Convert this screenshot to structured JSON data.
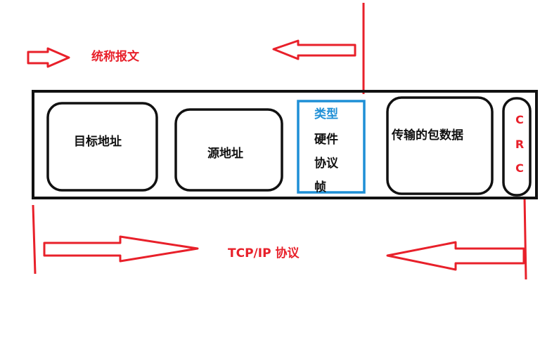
{
  "colors": {
    "red": "#e8202a",
    "black": "#111111",
    "blue": "#1e8fd6"
  },
  "labels": {
    "frame_label": "统称报文",
    "protocol_label": "TCP/IP 协议"
  },
  "fields": {
    "dest": "目标地址",
    "src": "源地址",
    "type_title": "类型",
    "type_line2": "硬件",
    "type_line3": "协议",
    "type_line4": "帧",
    "payload": "传输的包数据",
    "crc_1": "C",
    "crc_2": "R",
    "crc_3": "C"
  }
}
